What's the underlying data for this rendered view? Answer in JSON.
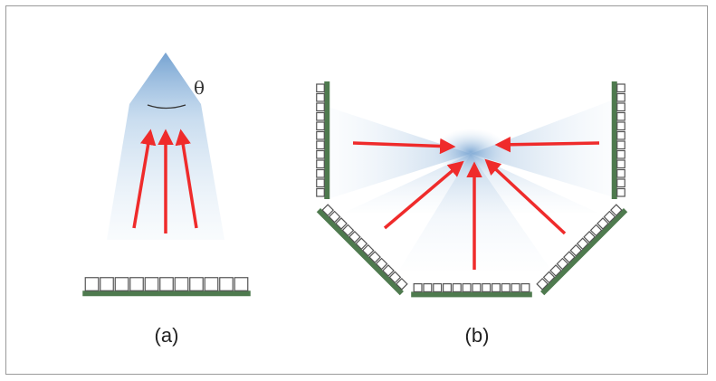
{
  "figure": {
    "panel_a_label": "(a)",
    "panel_b_label": "(b)",
    "angle_symbol": "θ"
  },
  "colors": {
    "arrow": "#ef2b2b",
    "sensor_base": "#4e7a4e",
    "sensor_cell_stroke": "#555555",
    "beam": "#6f9ecf",
    "frame_border": "#9a9a9a"
  }
}
